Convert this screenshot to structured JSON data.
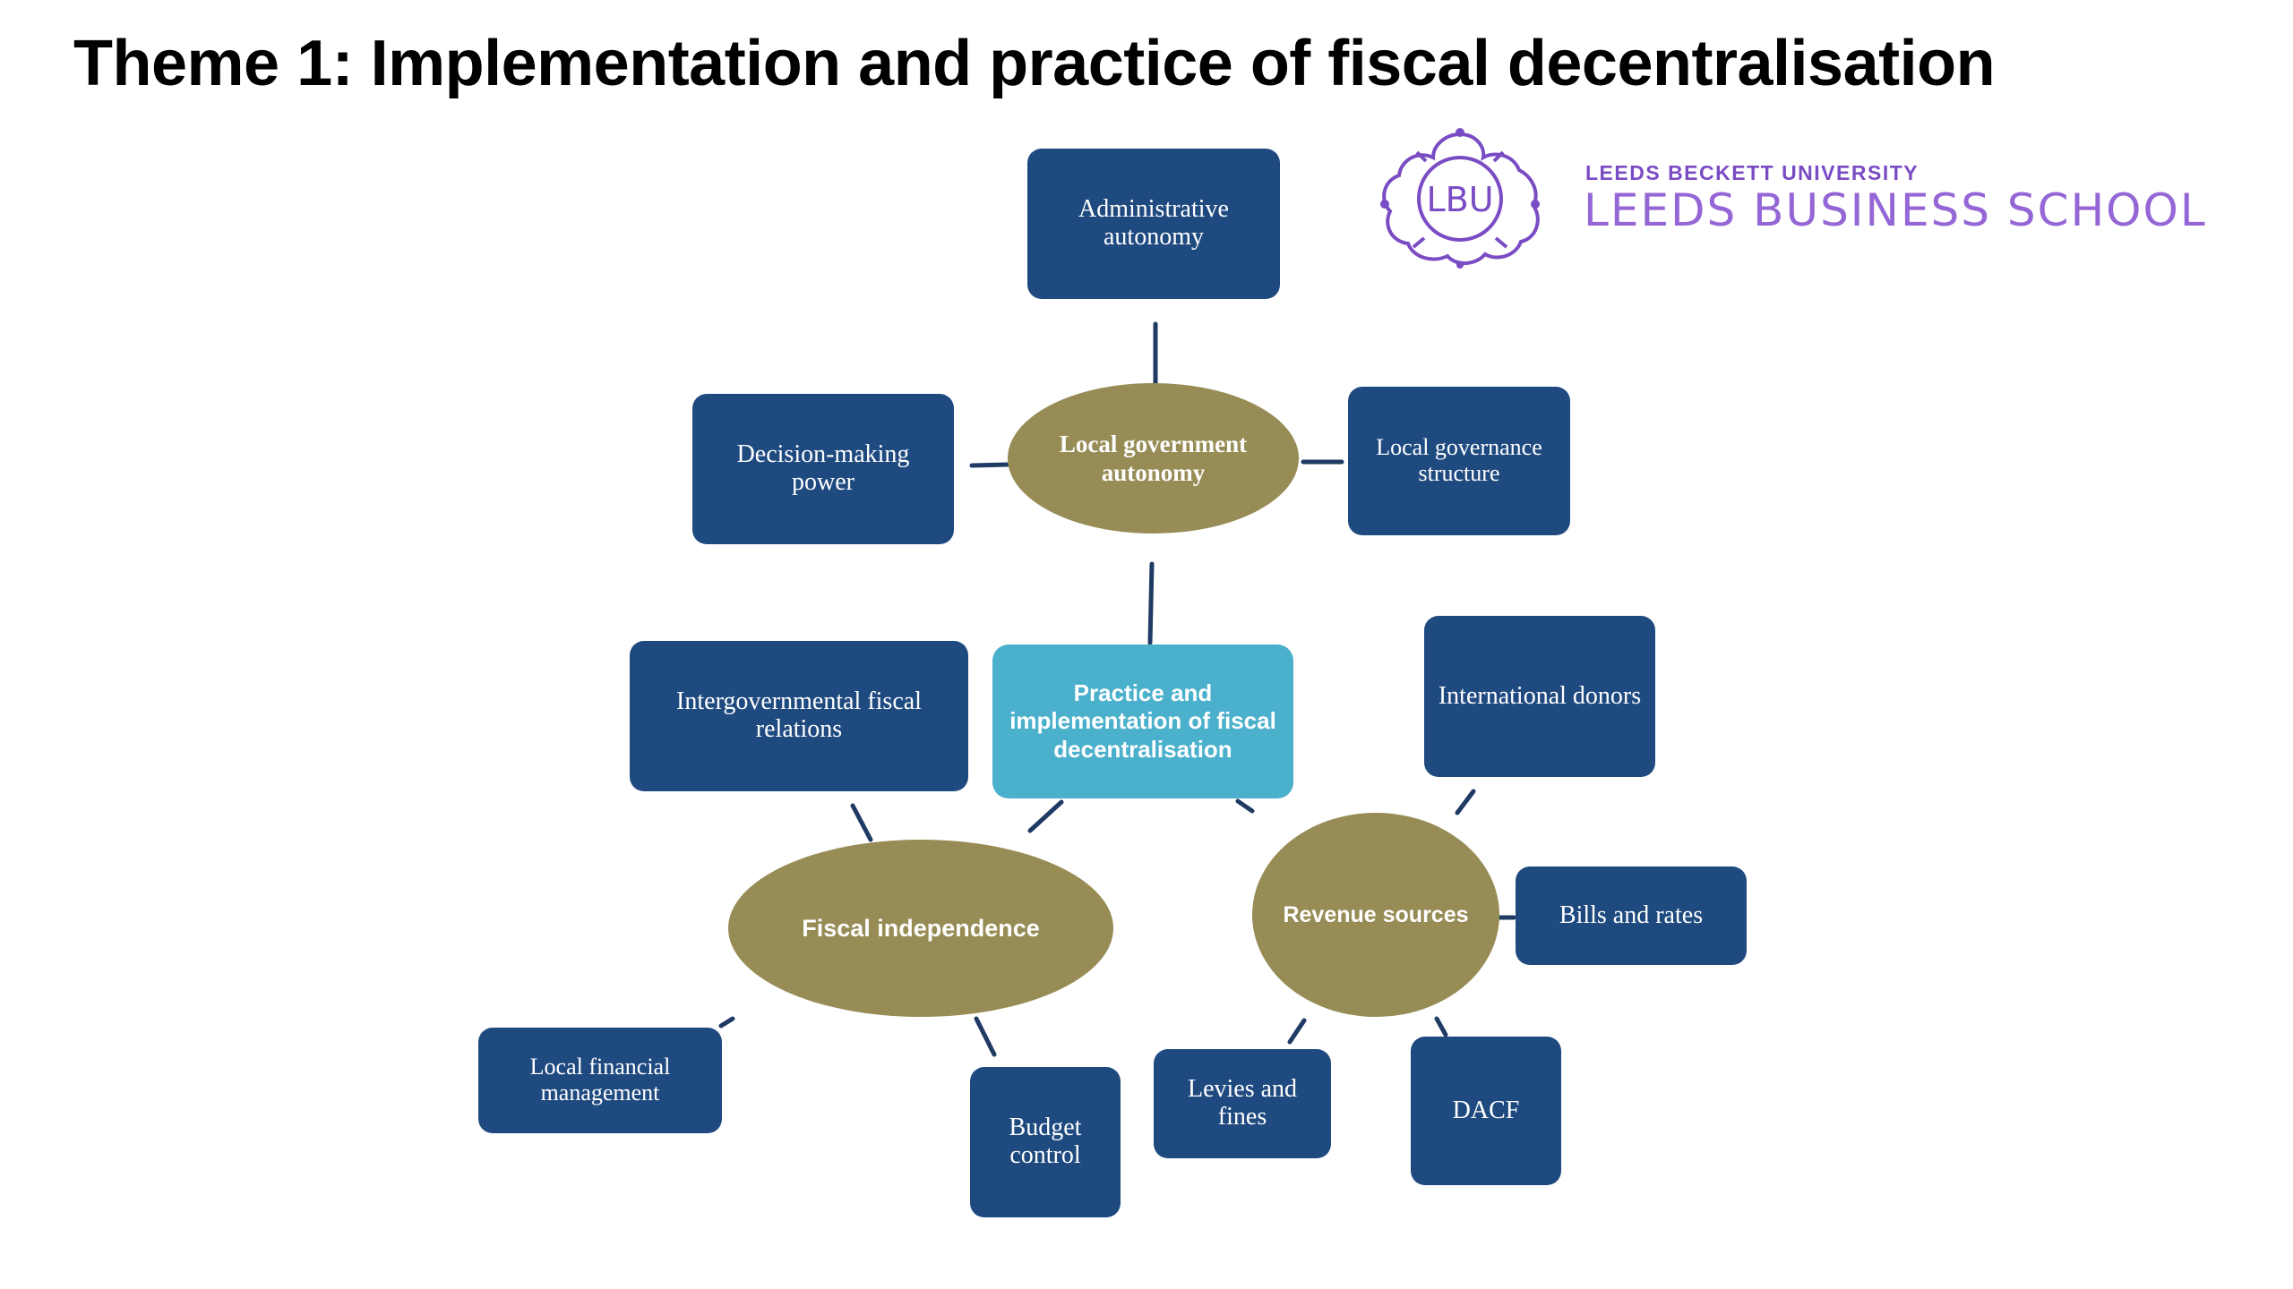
{
  "title": "Theme 1: Implementation and practice of fiscal decentralisation",
  "logo": {
    "university": "LEEDS BECKETT UNIVERSITY",
    "school": "LEEDS BUSINESS SCHOOL",
    "emblem_text": "LBU",
    "color": "#7a4cc4"
  },
  "colors": {
    "box": "#1f4a80",
    "center": "#4bb0cc",
    "hub": "#978c56",
    "connector": "#1f3a63"
  },
  "diagram": {
    "center": "Practice and implementation of fiscal decentralisation",
    "hubs": {
      "local_government_autonomy": "Local government autonomy",
      "fiscal_independence": "Fiscal independence",
      "revenue_sources": "Revenue sources"
    },
    "nodes": {
      "administrative_autonomy": "Administrative autonomy",
      "decision_making_power": "Decision-making power",
      "local_governance_structure": "Local governance structure",
      "intergovernmental_fiscal_relations": "Intergovernmental fiscal relations",
      "local_financial_management": "Local financial management",
      "budget_control": "Budget control",
      "international_donors": "International donors",
      "bills_and_rates": "Bills and rates",
      "levies_and_fines": "Levies and fines",
      "dacf": "DACF"
    }
  }
}
